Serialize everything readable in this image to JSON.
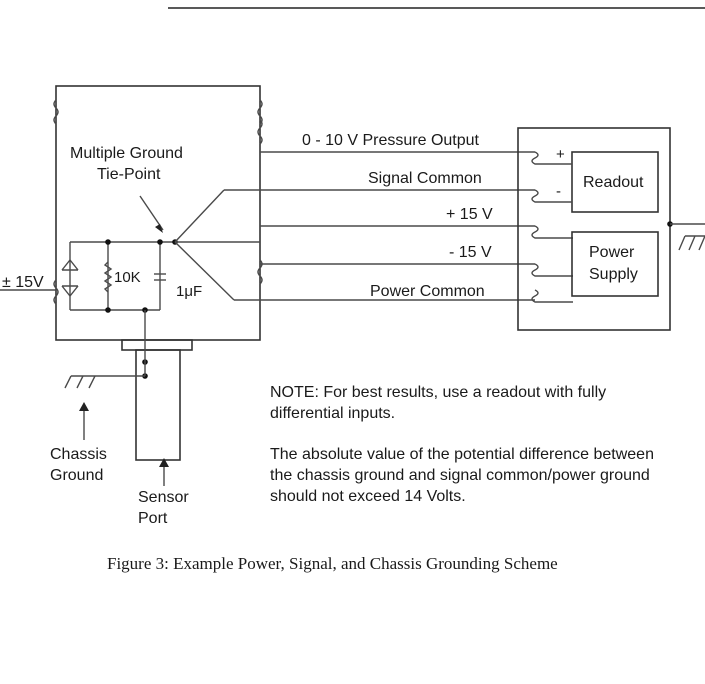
{
  "labels": {
    "multiple_ground_line1": "Multiple Ground",
    "multiple_ground_line2": "Tie-Point",
    "pressure_output": "0 - 10 V Pressure Output",
    "signal_common": "Signal Common",
    "plus_15v": "+ 15 V",
    "minus_15v": "- 15 V",
    "power_common": "Power Common",
    "readout": "Readout",
    "power_supply_line1": "Power",
    "power_supply_line2": "Supply",
    "plus_sign": "+",
    "minus_sign": "-",
    "pm_15v": "± 15V",
    "resistor": "10K",
    "capacitor": "1μF",
    "chassis_line1": "Chassis",
    "chassis_line2": "Ground",
    "sensor_line1": "Sensor",
    "sensor_line2": "Port"
  },
  "note": {
    "line1": "NOTE: For best results, use a readout with fully",
    "line2": "differential inputs.",
    "line3": "The absolute value of the potential difference between",
    "line4": "the chassis ground and signal common/power ground",
    "line5": "should not exceed 14 Volts."
  },
  "caption": "Figure 3:  Example Power, Signal, and Chassis Grounding Scheme"
}
